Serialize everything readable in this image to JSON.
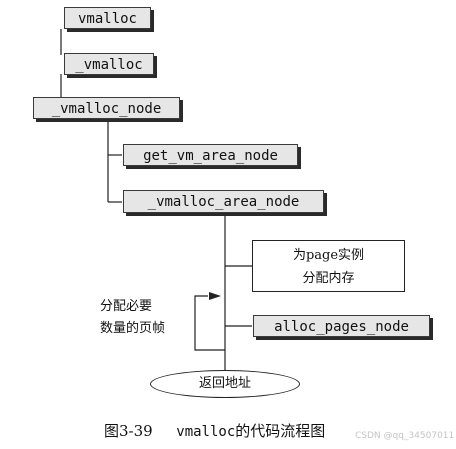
{
  "diagram": {
    "nodes": {
      "vmalloc": "vmalloc",
      "__vmalloc": "_vmalloc",
      "__vmalloc_node": "_vmalloc_node",
      "get_vm_area_node": "get_vm_area_node",
      "__vmalloc_area_node": "_vmalloc_area_node",
      "alloc_pages_node": "alloc_pages_node"
    },
    "note_page_instance": [
      "为page实例",
      "分配内存"
    ],
    "loop_label": [
      "分配必要",
      "数量的页帧"
    ],
    "end_label": "返回地址"
  },
  "caption": {
    "figure": "图3-39",
    "func": "vmalloc",
    "text": "的代码流程图"
  },
  "watermark": "CSDN @qq_34507011",
  "colors": {
    "box_fill": "#e6e6e6",
    "line": "#222222"
  }
}
